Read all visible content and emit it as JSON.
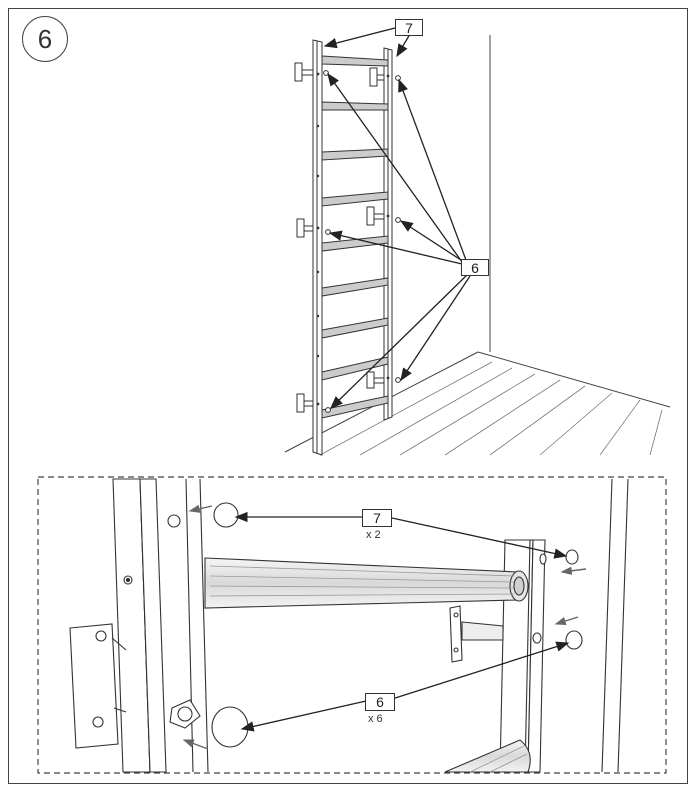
{
  "step": {
    "number": "6"
  },
  "overview": {
    "callouts": [
      {
        "id": "7",
        "text": "7"
      },
      {
        "id": "6",
        "text": "6"
      }
    ]
  },
  "detail": {
    "callouts": [
      {
        "id": "7",
        "text": "7",
        "qty": "x 2"
      },
      {
        "id": "6",
        "text": "6",
        "qty": "x 6"
      }
    ]
  },
  "colors": {
    "line": "#333333",
    "fill": "#ffffff",
    "shade": "#cfcfcf",
    "dark": "#555555"
  }
}
